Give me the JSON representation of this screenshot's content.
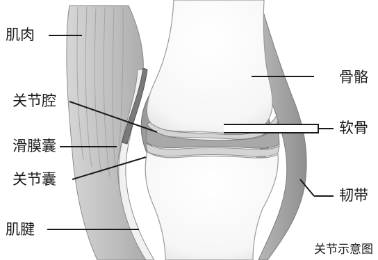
{
  "labels": {
    "muscle": "肌肉",
    "joint_cavity": "关节腔",
    "synovial_membrane": "滑膜囊",
    "joint_capsule": "关节囊",
    "tendon": "肌腱",
    "bone": "骨骼",
    "cartilage": "软骨",
    "ligament": "韧带"
  },
  "caption": "关节示意图",
  "colors": {
    "muscle": "#b7b7b7",
    "ligament": "#9a9a9a",
    "bone": "#ffffff",
    "cartilage": "#d9d9d9",
    "cavity": "#a8a8a8",
    "line": "#1a1a1a"
  }
}
